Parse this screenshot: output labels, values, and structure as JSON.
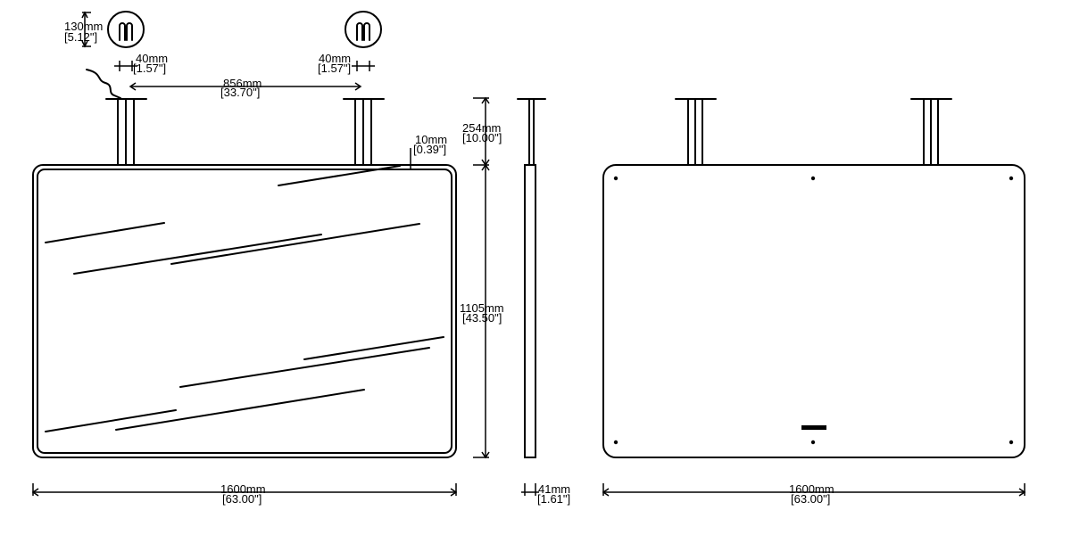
{
  "dimensions": {
    "mount_depth": {
      "mm": "130mm",
      "inch": "[5.12\"]"
    },
    "post_left": {
      "mm": "40mm",
      "inch": "[1.57\"]"
    },
    "post_right": {
      "mm": "40mm",
      "inch": "[1.57\"]"
    },
    "post_spacing": {
      "mm": "856mm",
      "inch": "[33.70\"]"
    },
    "frame_offset": {
      "mm": "10mm",
      "inch": "[0.39\"]"
    },
    "drop": {
      "mm": "254mm",
      "inch": "[10.00\"]"
    },
    "height": {
      "mm": "1105mm",
      "inch": "[43.50\"]"
    },
    "front_width": {
      "mm": "1600mm",
      "inch": "[63.00\"]"
    },
    "thickness": {
      "mm": "41mm",
      "inch": "[1.61\"]"
    },
    "back_width": {
      "mm": "1600mm",
      "inch": "[63.00\"]"
    }
  },
  "views": {
    "front": "mirror-front-view",
    "side": "mirror-side-view",
    "back": "mirror-back-view"
  },
  "colors": {
    "line": "#000000",
    "background": "#ffffff"
  }
}
